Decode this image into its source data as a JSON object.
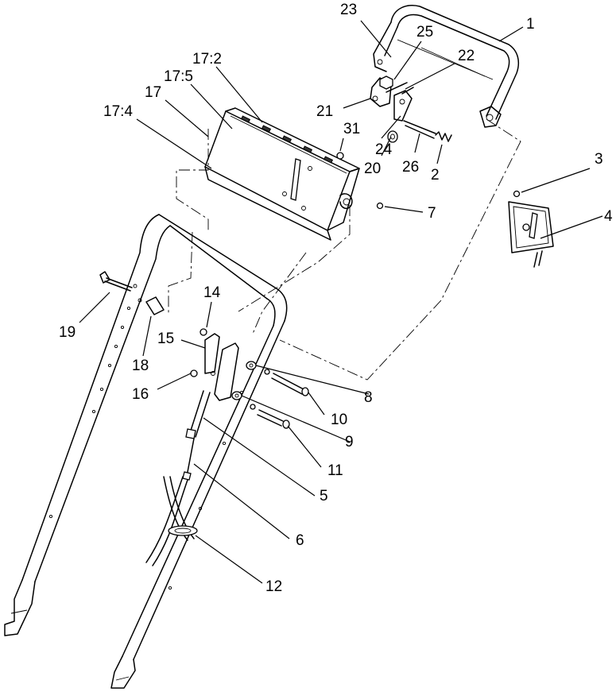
{
  "diagram": {
    "callouts": [
      {
        "id": "c1",
        "text": "1"
      },
      {
        "id": "c23",
        "text": "23"
      },
      {
        "id": "c25",
        "text": "25"
      },
      {
        "id": "c22",
        "text": "22"
      },
      {
        "id": "c17_2",
        "text": "17:2"
      },
      {
        "id": "c17_5",
        "text": "17:5"
      },
      {
        "id": "c17",
        "text": "17"
      },
      {
        "id": "c17_4",
        "text": "17:4"
      },
      {
        "id": "c21",
        "text": "21"
      },
      {
        "id": "c31",
        "text": "31"
      },
      {
        "id": "c24",
        "text": "24"
      },
      {
        "id": "c20",
        "text": "20"
      },
      {
        "id": "c26",
        "text": "26"
      },
      {
        "id": "c2",
        "text": "2"
      },
      {
        "id": "c3",
        "text": "3"
      },
      {
        "id": "c4",
        "text": "4"
      },
      {
        "id": "c7",
        "text": "7"
      },
      {
        "id": "c19",
        "text": "19"
      },
      {
        "id": "c14",
        "text": "14"
      },
      {
        "id": "c18",
        "text": "18"
      },
      {
        "id": "c15",
        "text": "15"
      },
      {
        "id": "c16",
        "text": "16"
      },
      {
        "id": "c8",
        "text": "8"
      },
      {
        "id": "c10",
        "text": "10"
      },
      {
        "id": "c9",
        "text": "9"
      },
      {
        "id": "c11",
        "text": "11"
      },
      {
        "id": "c5",
        "text": "5"
      },
      {
        "id": "c6",
        "text": "6"
      },
      {
        "id": "c12",
        "text": "12"
      }
    ]
  }
}
